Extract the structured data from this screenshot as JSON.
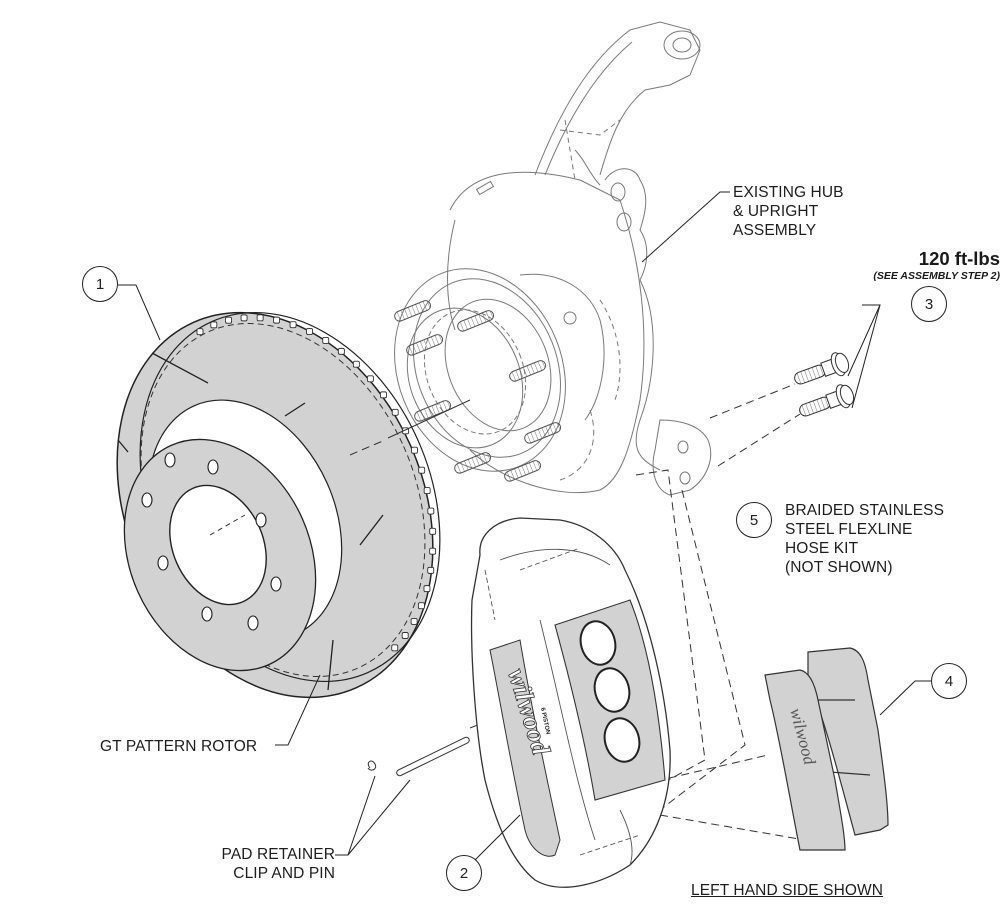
{
  "diagram": {
    "title": "Brake Kit Exploded Assembly",
    "colors": {
      "line": "#3a3a3a",
      "fill_gray": "#d2d2d2",
      "background": "#ffffff"
    }
  },
  "callouts": [
    {
      "number": "1",
      "label": [
        "GT PATTERN ROTOR"
      ]
    },
    {
      "number": "2",
      "label": []
    },
    {
      "number": "3",
      "label": []
    },
    {
      "number": "4",
      "label": []
    },
    {
      "number": "5",
      "label": [
        "BRAIDED STAINLESS",
        "STEEL FLEXLINE",
        "HOSE KIT",
        "(NOT SHOWN)"
      ]
    }
  ],
  "labels": {
    "hub": [
      "EXISTING HUB",
      "& UPRIGHT",
      "ASSEMBLY"
    ],
    "rotor": "GT PATTERN ROTOR",
    "pad_retainer": [
      "PAD RETAINER",
      "CLIP AND PIN"
    ],
    "side_note": "LEFT HAND SIDE SHOWN",
    "torque_value": "120 ft-lbs",
    "torque_note": "(SEE ASSEMBLY STEP 2)",
    "caliper_brand": "wilwood",
    "caliper_marking": "6 PISTON",
    "pad_brand": "wilwood"
  }
}
